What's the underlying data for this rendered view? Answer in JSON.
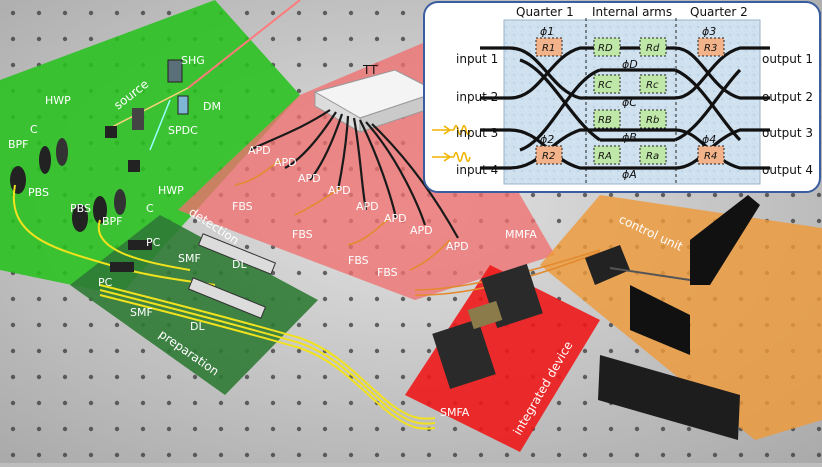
{
  "source": {
    "zone": "source",
    "shg": "SHG",
    "dm": "DM",
    "spdc": "SPDC",
    "hwp1": "HWP",
    "hwp2": "HWP",
    "bpf1": "BPF",
    "bpf2": "BPF",
    "c1": "C",
    "c2": "C",
    "pbs1": "PBS",
    "pbs2": "PBS"
  },
  "preparation": {
    "zone": "preparation",
    "pc1": "PC",
    "pc2": "PC",
    "smf1": "SMF",
    "smf2": "SMF",
    "dl1": "DL",
    "dl2": "DL"
  },
  "detection": {
    "zone": "detection",
    "tt": "TT",
    "apd": "APD",
    "fbs": "FBS",
    "mmfa": "MMFA"
  },
  "device": {
    "zone": "integrated device",
    "smfa": "SMFA"
  },
  "control": {
    "zone": "control unit"
  },
  "inset": {
    "headers": [
      "Quarter 1",
      "Internal arms",
      "Quarter 2"
    ],
    "inputs": [
      "input 1",
      "input 2",
      "input 3",
      "input 4"
    ],
    "outputs": [
      "output 1",
      "output 2",
      "output 3",
      "output 4"
    ],
    "phases": {
      "p1": "ϕ1",
      "p2": "ϕ2",
      "p3": "ϕ3",
      "p4": "ϕ4",
      "pD": "ϕD",
      "pC": "ϕC",
      "pB": "ϕB",
      "pA": "ϕA"
    },
    "resistors": {
      "r1": "R1",
      "r2": "R2",
      "r3": "R3",
      "r4": "R4",
      "rD": "RD",
      "rC": "RC",
      "rB": "RB",
      "rA": "RA",
      "rd": "Rd",
      "rc": "Rc",
      "rb": "Rb",
      "ra": "Ra"
    }
  },
  "colors": {
    "source_zone": "#27c21f",
    "preparation_zone": "#2f7a35",
    "detection_zone": "#f07070",
    "device_zone": "#ee1a1a",
    "control_zone": "#ee9a3a",
    "inset_chip": "#cfe0ef",
    "heater_orange": "#f3b38a",
    "heater_green": "#bfe8a8",
    "fiber_yellow": "#f1e21e"
  }
}
